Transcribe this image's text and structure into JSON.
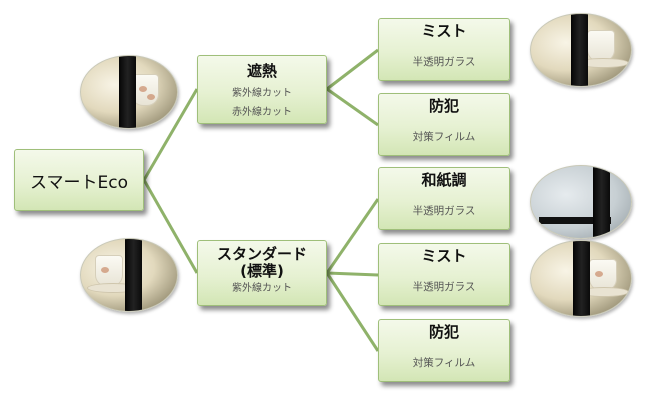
{
  "diagram": {
    "root": {
      "label": "スマートEco"
    },
    "branches": [
      {
        "title": "遮熱",
        "features": [
          "紫外線カット",
          "赤外線カット"
        ],
        "children": [
          {
            "title": "ミスト",
            "subtitle": "半透明ガラス"
          },
          {
            "title": "防犯",
            "subtitle": "対策フィルム"
          }
        ]
      },
      {
        "title_line1": "スタンダード",
        "title_line2": "(標準)",
        "features": [
          "紫外線カット"
        ],
        "children": [
          {
            "title": "和紙調",
            "subtitle": "半透明ガラス"
          },
          {
            "title": "ミスト",
            "subtitle": "半透明ガラス"
          },
          {
            "title": "防犯",
            "subtitle": "対策フィルム"
          }
        ]
      }
    ],
    "connector_color": "#8fb26a"
  }
}
